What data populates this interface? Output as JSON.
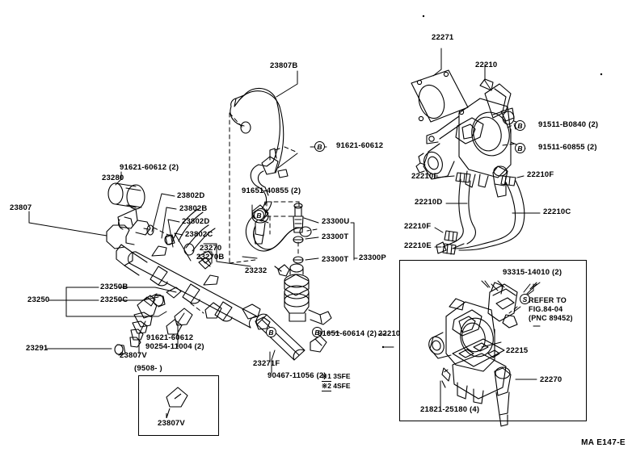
{
  "sheet": {
    "footer_code": "MA E147-E",
    "legend": [
      {
        "mark": "※1",
        "engine": "3SFE"
      },
      {
        "mark": "※2",
        "engine": "4SFE"
      }
    ],
    "inset_left": {
      "date_range": "(9508-        )",
      "part": "23807V"
    },
    "inset_right": {
      "refer_to": [
        "REFER TO",
        "FIG.84-04",
        "(PNC 89452)"
      ],
      "parts": [
        {
          "number": "93315-14010 (2)"
        },
        {
          "number": "22215"
        },
        {
          "number": "22270"
        },
        {
          "number": "21821-25180 (4)"
        }
      ],
      "bubble": "S"
    },
    "labels": {
      "fuel_rail": "23807",
      "pressure_regulator": "23280",
      "reg_bolts": "91621-60612 (2)",
      "hose_23802d_1": "23802D",
      "hose_23802b": "23802B",
      "hose_23802d_2": "23802D",
      "hose_23802c": "23802C",
      "pulsation_hose": "23807B",
      "clip_91621": "91621-60612",
      "bolt_91651_40855": "91651-40855 (2)",
      "insulator_23270": "23270",
      "insulator_23270b": "23270B",
      "bolt_23232": "23232",
      "bolt_23300u": "23300U",
      "washer_23300t_1": "23300T",
      "washer_23300t_2": "23300T",
      "damper_23300p": "23300P",
      "filter_23250": "23250",
      "oring_23250b": "23250B",
      "oring_23250c": "23250C",
      "grommet_23291": "23291",
      "insulator_23807v": "23807V",
      "clamp_90254": "90254-11004 (2)",
      "bolt_91621_b": "91621-60612",
      "hose_23271f": "23271F",
      "bolt_90467": "90467-11056 (2)",
      "bolt_91651_60614": "91651-60614 (2)",
      "throttle_body_ref": "22210",
      "gasket_22271": "22271",
      "throttle_body": "22210",
      "bolt_91511_b0840": "91511-B0840 (2)",
      "bolt_91511_60855": "91511-60855 (2)",
      "clamp_22210e_top": "22210E",
      "clamp_22210f_top": "22210F",
      "hose_22210d": "22210D",
      "hose_22210c": "22210C",
      "clamp_22210f_low": "22210F",
      "clamp_22210e_low": "22210E"
    },
    "bubbles": {
      "b_letter": "B"
    }
  }
}
